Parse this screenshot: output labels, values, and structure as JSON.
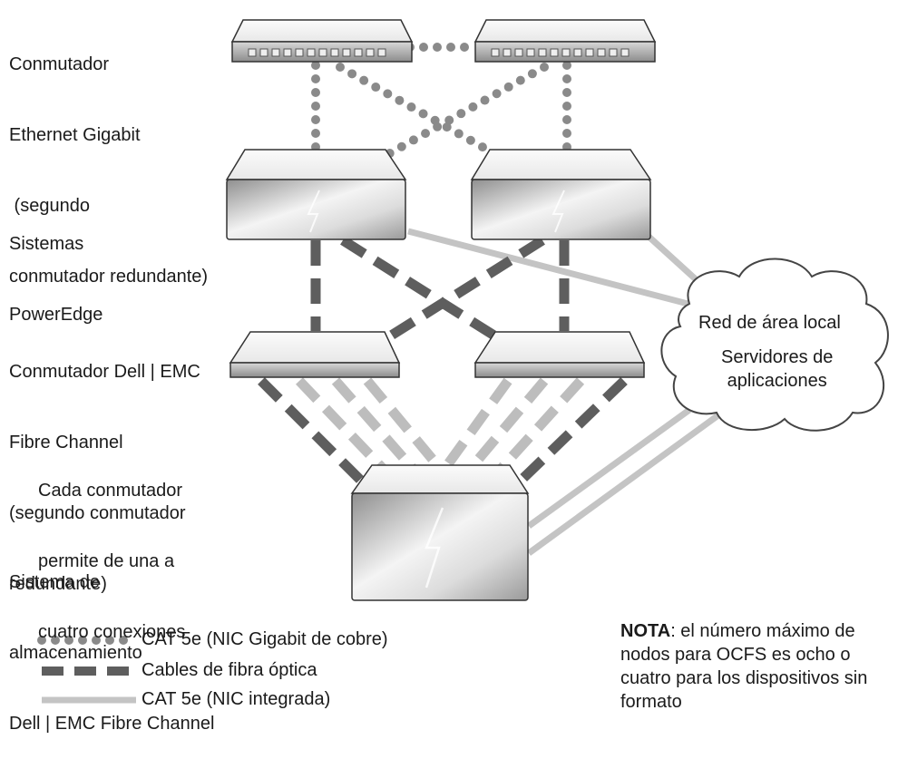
{
  "labels": {
    "gigabit_switch": [
      "Conmutador",
      "Ethernet Gigabit",
      " (segundo",
      "conmutador redundante)"
    ],
    "poweredge": [
      "Sistemas",
      "PowerEdge"
    ],
    "fc_switch": [
      "Conmutador Dell | EMC",
      "Fibre Channel",
      "(segundo conmutador",
      "redundante)"
    ],
    "connections": [
      "Cada conmutador",
      "permite de una a",
      "cuatro conexiones"
    ],
    "storage": [
      "Sistema de",
      "almacenamiento",
      "Dell | EMC Fibre Channel"
    ]
  },
  "cloud": {
    "line1": "Red de área local",
    "line2": "Servidores de",
    "line3": "aplicaciones"
  },
  "legend": {
    "copper": "CAT 5e (NIC Gigabit de cobre)",
    "fiber": "Cables de fibra óptica",
    "integrated": "CAT 5e (NIC integrada)"
  },
  "note": {
    "prefix": "NOTA",
    "text": ": el número máximo de nodos para OCFS es ocho o cuatro para los dispositivos sin formato"
  },
  "colors": {
    "copper_dots": "#8a8a8a",
    "fiber": "#5e5e5e",
    "fiber_light": "#bdbdbd",
    "integrated": "#c4c4c4"
  }
}
